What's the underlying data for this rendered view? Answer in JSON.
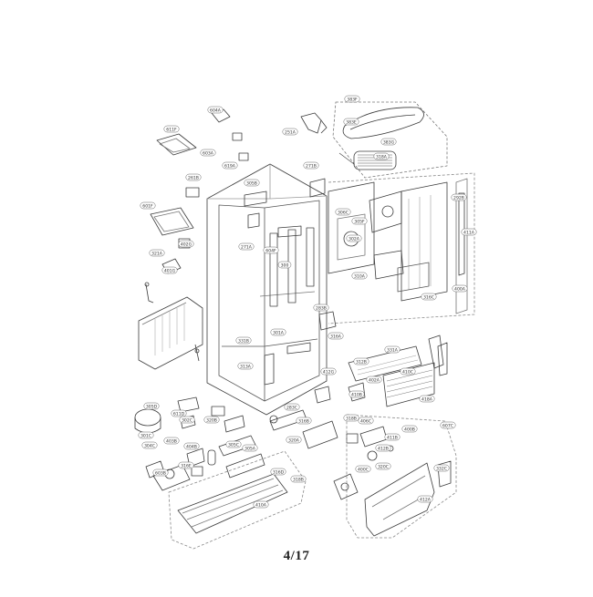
{
  "page": {
    "number": "4/17"
  },
  "colors": {
    "line": "#3c3c3c",
    "light": "#8a8a8a",
    "paper": "#ffffff"
  },
  "labels": [
    "383F",
    "383E",
    "383G",
    "318A",
    "251A",
    "271B",
    "611F",
    "603A",
    "604A",
    "619A",
    "261B",
    "305B",
    "271A",
    "604F",
    "601F",
    "321A",
    "402G",
    "401G",
    "306C",
    "305F",
    "283B",
    "300",
    "301A",
    "331A",
    "316A",
    "292B",
    "411A",
    "418A",
    "400A",
    "316C",
    "310A",
    "302A",
    "331B",
    "410C",
    "312B",
    "410B",
    "313A",
    "402A",
    "412G",
    "318B",
    "406C",
    "400B",
    "607C",
    "301C",
    "603B",
    "305C",
    "283C",
    "305D",
    "611D",
    "302C",
    "403B",
    "304C",
    "404B",
    "305A",
    "320B",
    "316E",
    "320A",
    "320C",
    "316B",
    "410A",
    "316D",
    "318B",
    "332C",
    "400C",
    "411B",
    "412B",
    "412A"
  ]
}
